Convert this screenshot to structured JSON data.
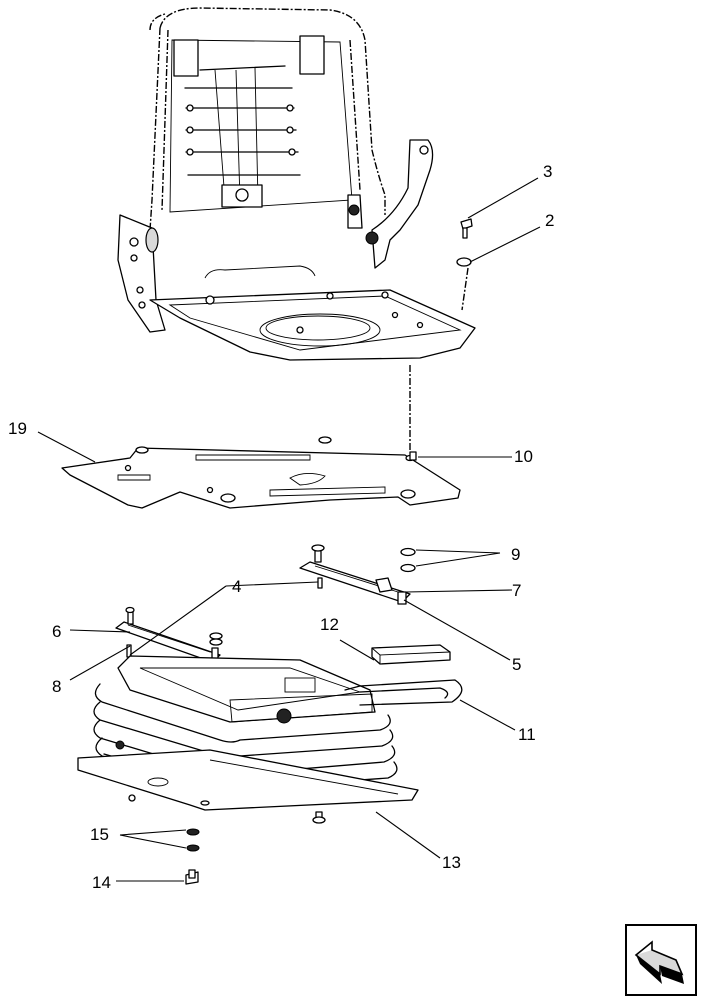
{
  "callouts": {
    "c2": "2",
    "c3": "3",
    "c4": "4",
    "c5": "5",
    "c6": "6",
    "c7": "7",
    "c8": "8",
    "c9": "9",
    "c10": "10",
    "c11": "11",
    "c12": "12",
    "c13": "13",
    "c14": "14",
    "c15": "15",
    "c19": "19"
  },
  "nav": {
    "icon": "next-page-arrow-icon"
  }
}
